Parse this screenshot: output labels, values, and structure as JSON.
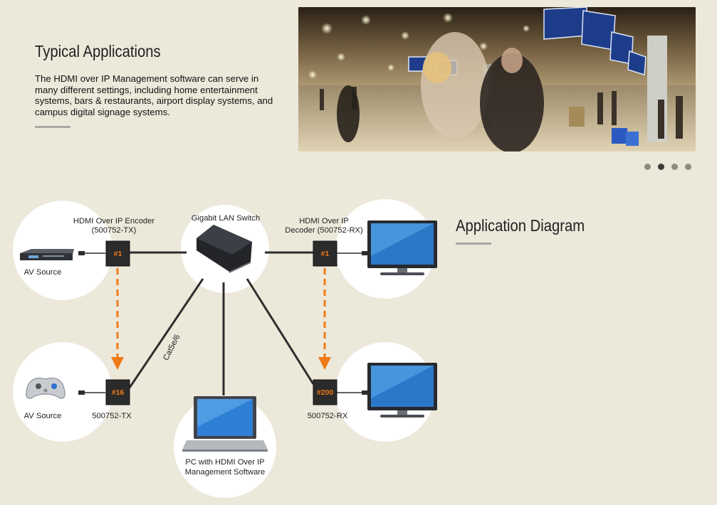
{
  "typical": {
    "title": "Typical Applications",
    "body": "The HDMI over IP Management software can serve in many different settings, including home entertainment systems, bars & restaurants, airport display systems, and campus digital signage systems."
  },
  "carousel": {
    "slide_count": 4,
    "active_index": 1
  },
  "diagram": {
    "title": "Application Diagram",
    "encoder_label_1": "HDMI Over IP Encoder",
    "encoder_label_2": "(500752-TX)",
    "switch_label": "Gigabit LAN Switch",
    "decoder_label_1": "HDMI Over IP",
    "decoder_label_2": "Decoder (500752-RX)",
    "av_source_top": "AV Source",
    "av_source_bottom": "AV Source",
    "tx_bottom_label": "500752-TX",
    "rx_bottom_label": "500752-RX",
    "pc_label_1": "PC with HDMI Over IP",
    "pc_label_2": "Management Software",
    "cable_label": "Cat5e/6",
    "badge_tx_top": "#1",
    "badge_tx_bottom": "#16",
    "badge_rx_top": "#1",
    "badge_rx_bottom": "#200"
  },
  "colors": {
    "background": "#ece8da",
    "accent_orange": "#f07a18",
    "line": "#2e2e2e"
  }
}
